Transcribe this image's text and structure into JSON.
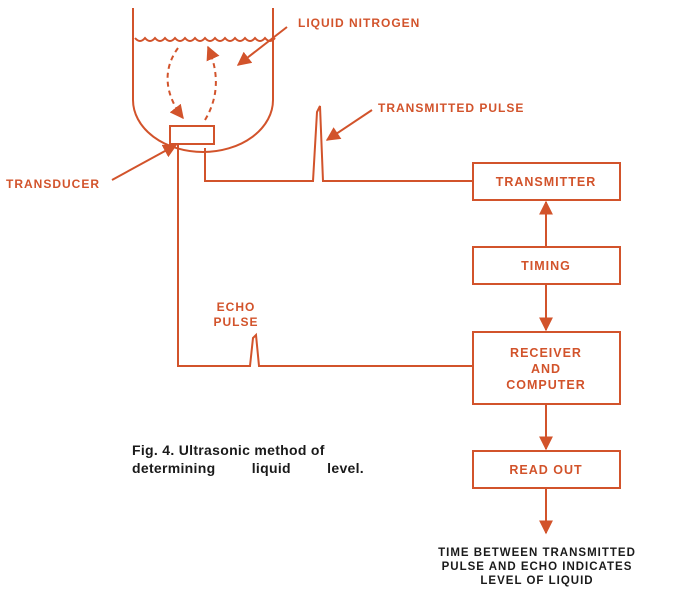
{
  "labels": {
    "liquid_nitrogen": "LIQUID NITROGEN",
    "transmitted_pulse": "TRANSMITTED PULSE",
    "transducer": "TRANSDUCER",
    "echo_pulse_line1": "ECHO",
    "echo_pulse_line2": "PULSE"
  },
  "blocks": {
    "transmitter": "TRANSMITTER",
    "timing": "TIMING",
    "receiver_line1": "RECEIVER",
    "receiver_line2": "AND",
    "receiver_line3": "COMPUTER",
    "readout": "READ OUT"
  },
  "caption": {
    "line1": "Fig. 4. Ultrasonic method of",
    "line2": "determining liquid level."
  },
  "output_note": {
    "line1": "TIME BETWEEN TRANSMITTED",
    "line2": "PULSE AND ECHO INDICATES",
    "line3": "LEVEL OF LIQUID"
  },
  "colors": {
    "diagram": "#d2532b",
    "caption_text": "#1a1a1a",
    "background": "#ffffff"
  }
}
